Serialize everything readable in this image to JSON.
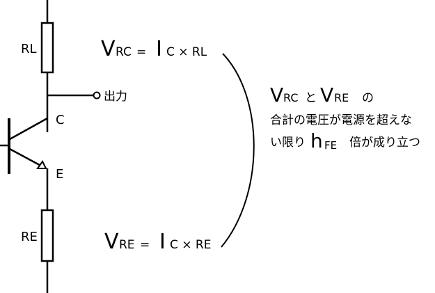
{
  "circuit": {
    "resistor_top": "RL",
    "resistor_bottom": "RE",
    "collector": "C",
    "emitter": "E",
    "output": "出力"
  },
  "eq_top": {
    "V": "V",
    "vsub": "RC",
    "eq": "=",
    "I": "I",
    "rest": "C × RL"
  },
  "eq_bottom": {
    "V": "V",
    "vsub": "RE",
    "eq": "=",
    "I": "I",
    "rest": "C × RE"
  },
  "note": {
    "v1": "V",
    "v1sub": "RC",
    "to": "と",
    "v2": "V",
    "v2sub": "RE",
    "no": "の",
    "line2": "合計の電圧が電源を超えな",
    "line3a": "い限り",
    "h": "h",
    "hsub": "FE",
    "line3b": "倍が成り立つ"
  }
}
